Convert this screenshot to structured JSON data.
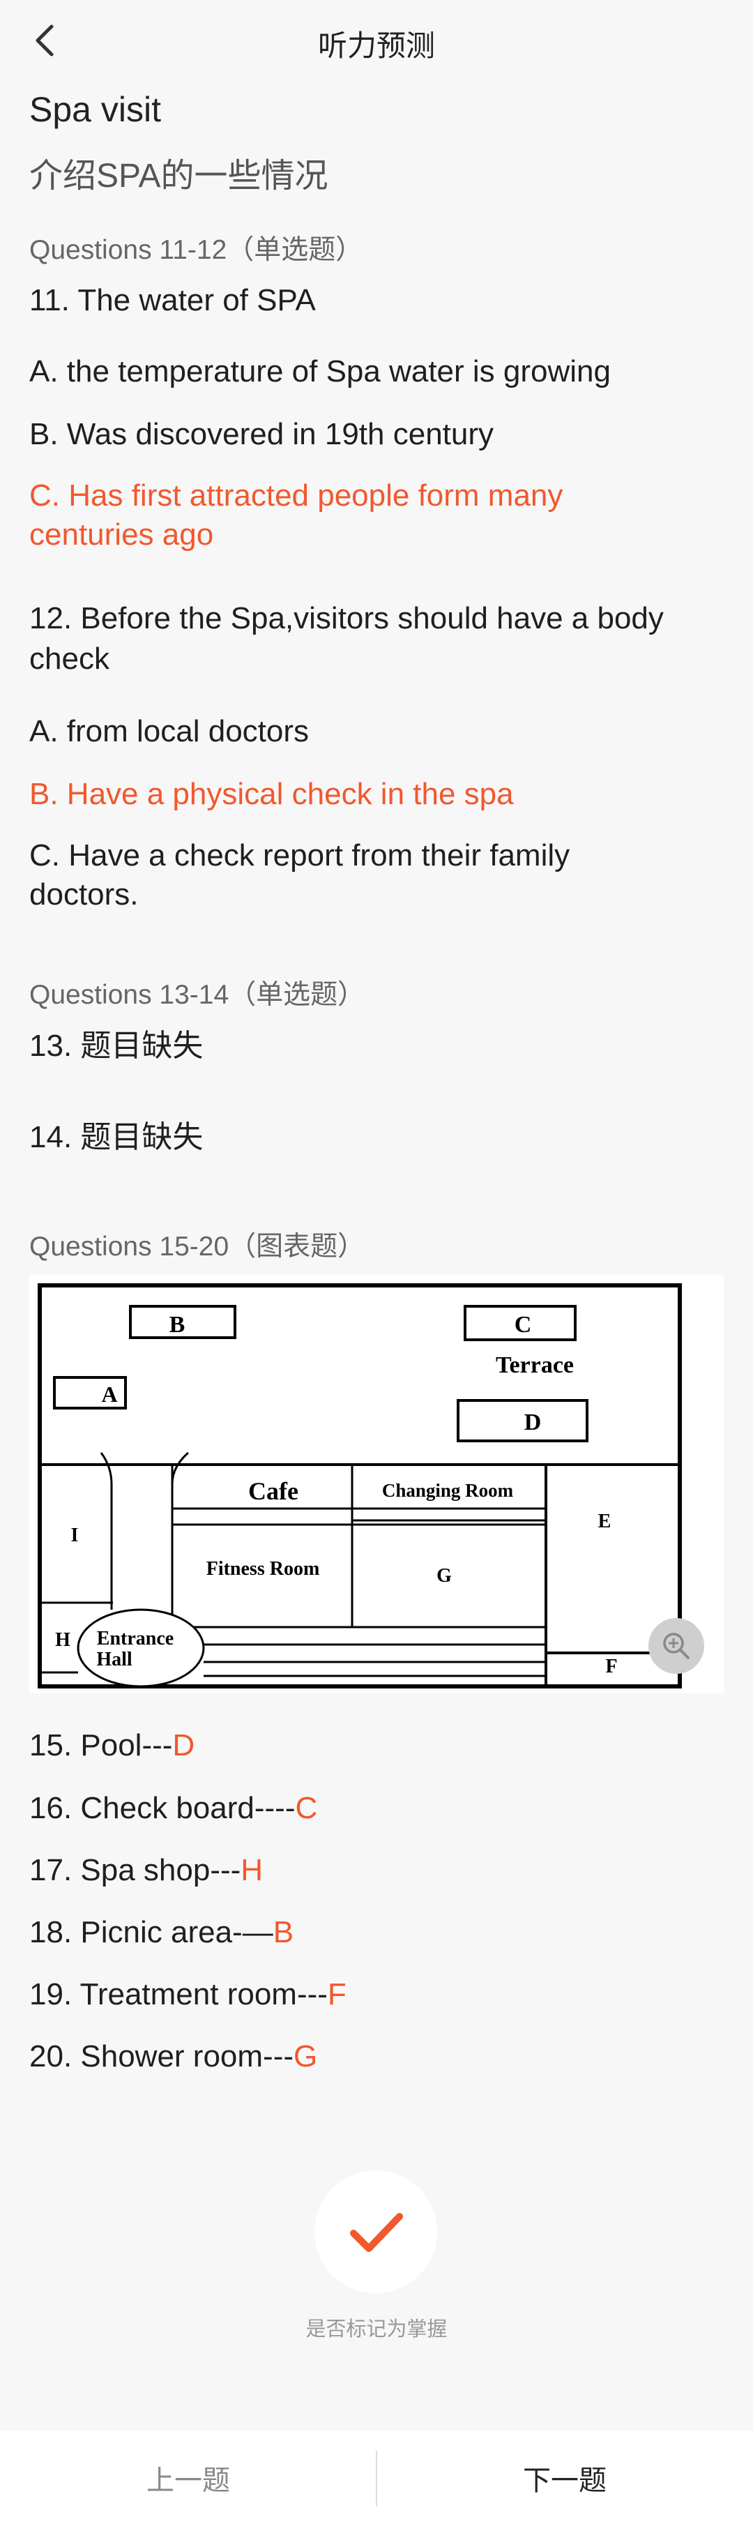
{
  "header": {
    "title": "听力预测"
  },
  "title": "Spa visit",
  "subtitle": "介绍SPA的一些情况",
  "sections": [
    {
      "label": "Questions 11-12（单选题）"
    },
    {
      "label": "Questions 13-14（单选题）"
    },
    {
      "label": "Questions 15-20（图表题）"
    }
  ],
  "q11": {
    "question": "11. The water of SPA",
    "options": [
      {
        "text": "A. the temperature of Spa water is growing",
        "correct": false
      },
      {
        "text": "B. Was discovered in 19th century",
        "correct": false
      },
      {
        "text_line1": "C. Has first attracted people form many",
        "text_line2": "centuries ago",
        "correct": true
      }
    ]
  },
  "q12": {
    "question_line1": "12. Before the Spa,visitors should have a body",
    "question_line2": "check",
    "options": [
      {
        "text": "A. from local doctors",
        "correct": false
      },
      {
        "text": "B. Have a physical check in the spa",
        "correct": true
      },
      {
        "text_line1": "C. Have a check report from their family",
        "text_line2": "doctors.",
        "correct": false
      }
    ]
  },
  "q13": {
    "text": "13. 题目缺失"
  },
  "q14": {
    "text": "14. 题目缺失"
  },
  "map": {
    "labels": {
      "A": "A",
      "B": "B",
      "C": "C",
      "D": "D",
      "E": "E",
      "F": "F",
      "G": "G",
      "H": "H",
      "I": "I",
      "terrace": "Terrace",
      "cafe": "Cafe",
      "changing_room": "Changing Room",
      "fitness_room": "Fitness Room",
      "entrance_line1": "Entrance",
      "entrance_line2": "Hall"
    },
    "zoom_icon": "zoom-in-icon"
  },
  "answers": [
    {
      "prefix": "15. Pool---",
      "answer": "D"
    },
    {
      "prefix": "16. Check board----",
      "answer": "C"
    },
    {
      "prefix": "17. Spa shop---",
      "answer": "H"
    },
    {
      "prefix": "18. Picnic area-—",
      "answer": "B"
    },
    {
      "prefix": "19. Treatment room---",
      "answer": "F"
    },
    {
      "prefix": "20. Shower room---",
      "answer": "G"
    }
  ],
  "mark": {
    "label": "是否标记为掌握",
    "icon": "checkmark-icon"
  },
  "nav": {
    "prev": "上一题",
    "next": "下一题"
  },
  "colors": {
    "accent": "#f1582d",
    "background": "#f7f7f7"
  }
}
